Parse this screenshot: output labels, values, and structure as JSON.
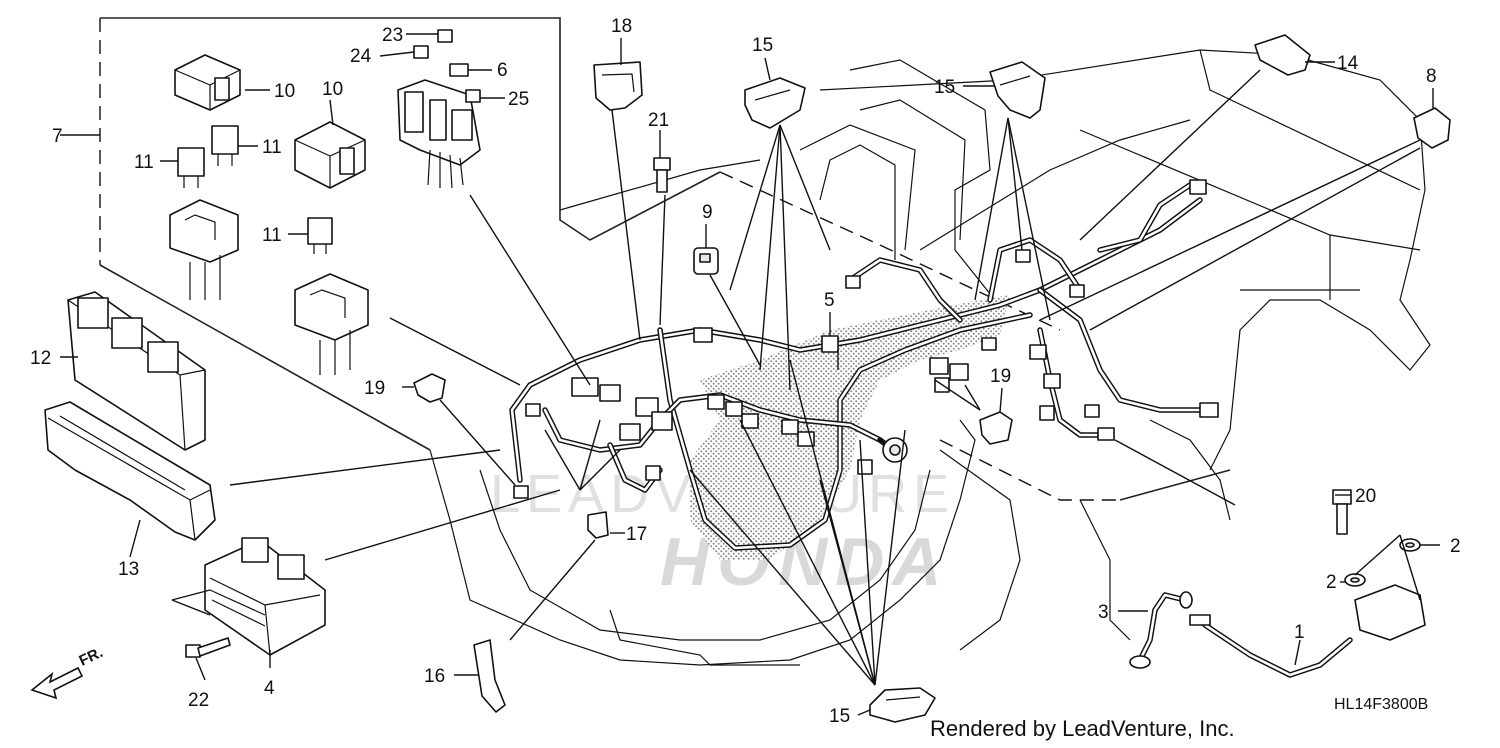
{
  "diagram": {
    "callouts": {
      "c1": "1",
      "c2a": "2",
      "c2b": "2",
      "c3": "3",
      "c4": "4",
      "c5": "5",
      "c6": "6",
      "c7": "7",
      "c8": "8",
      "c9": "9",
      "c10a": "10",
      "c10b": "10",
      "c11a": "11",
      "c11b": "11",
      "c11c": "11",
      "c12": "12",
      "c13": "13",
      "c14": "14",
      "c15a": "15",
      "c15b": "15",
      "c15c": "15",
      "c16": "16",
      "c17": "17",
      "c18": "18",
      "c19a": "19",
      "c19b": "19",
      "c20": "20",
      "c21": "21",
      "c22": "22",
      "c23": "23",
      "c24": "24",
      "c25": "25"
    },
    "direction_label": "FR.",
    "watermark_text": "LEADVENTURE",
    "watermark_logo": "HONDA",
    "credit": "Rendered by LeadVenture, Inc.",
    "code": "HL14F3800B"
  },
  "colors": {
    "ink": "#111111",
    "screen": "#bdbdbd",
    "watermark": "#d6d6d6"
  }
}
